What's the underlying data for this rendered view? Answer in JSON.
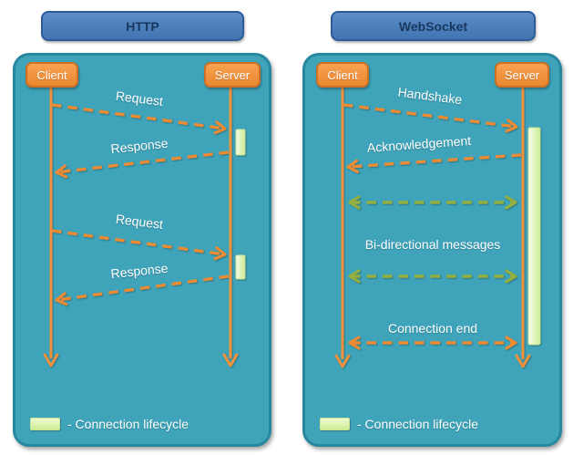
{
  "colors": {
    "teal": "#3FA3B9",
    "teal-dark": "#27879F",
    "blue": "#4C7FBB",
    "blue-light": "#5E8CC7",
    "blue-dim": "#4174B0",
    "blue-dark": "#2E5B9A",
    "title-text": "#17375E",
    "orange": "#F0913D",
    "orange-dark": "#CE7023",
    "lifeline": "#F0923C",
    "arrow-orange": "#EC8B33",
    "arrow-green": "#93B03F",
    "bar-light": "#F7FCEA",
    "bar-green": "#CDEC96",
    "bar-border": "#C9E594",
    "label-text": "#FFFFFF"
  },
  "http": {
    "title": "HTTP",
    "client_label": "Client",
    "server_label": "Server",
    "messages": [
      {
        "label": "Request",
        "direction": "client-to-server"
      },
      {
        "label": "Response",
        "direction": "server-to-client"
      },
      {
        "label": "Request",
        "direction": "client-to-server"
      },
      {
        "label": "Response",
        "direction": "server-to-client"
      }
    ],
    "legend_label": "- Connection lifecycle"
  },
  "websocket": {
    "title": "WebSocket",
    "client_label": "Client",
    "server_label": "Server",
    "messages": [
      {
        "label": "Handshake",
        "direction": "client-to-server"
      },
      {
        "label": "Acknowledgement",
        "direction": "server-to-client"
      },
      {
        "label": "Bi-directional messages",
        "direction": "both"
      },
      {
        "label": "Connection end",
        "direction": "both"
      }
    ],
    "legend_label": "- Connection lifecycle"
  }
}
